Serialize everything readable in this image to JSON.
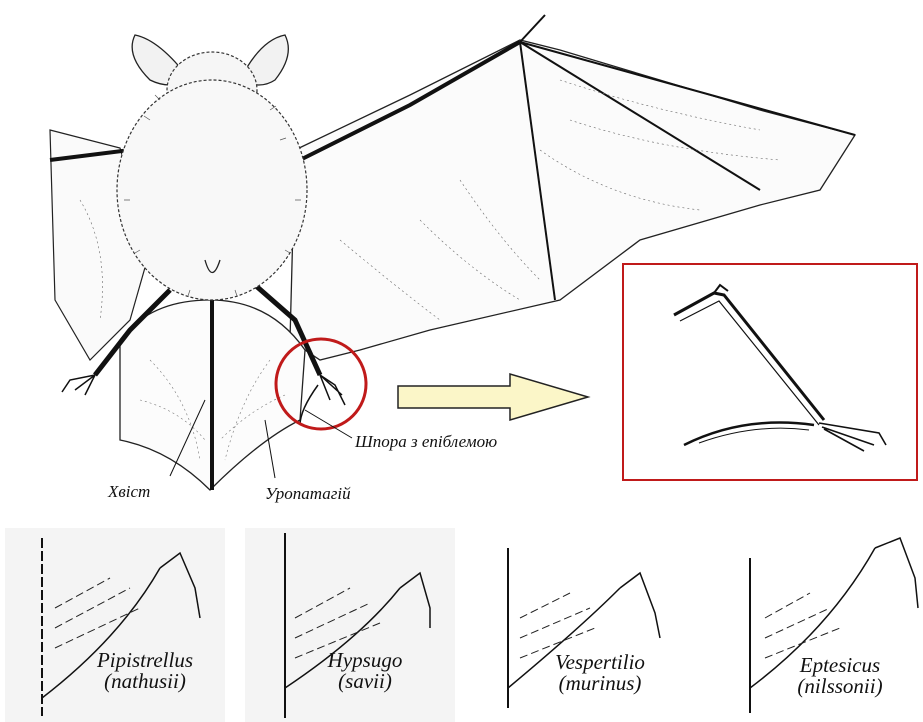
{
  "figure": {
    "labels": {
      "tail": "Хвіст",
      "uropatagium": "Уропатагій",
      "spur": "Шпора з епіблемою"
    },
    "colors": {
      "highlight": "#c01a1a",
      "arrow_fill": "#fbf6c8",
      "line": "#111111"
    },
    "species": [
      {
        "genus": "Pipistrellus",
        "epithet": "(nathusii)"
      },
      {
        "genus": "Hypsugo",
        "epithet": "(savii)"
      },
      {
        "genus": "Vespertilio",
        "epithet": "(murinus)"
      },
      {
        "genus": "Eptesicus",
        "epithet": "(nilssonii)"
      }
    ]
  }
}
